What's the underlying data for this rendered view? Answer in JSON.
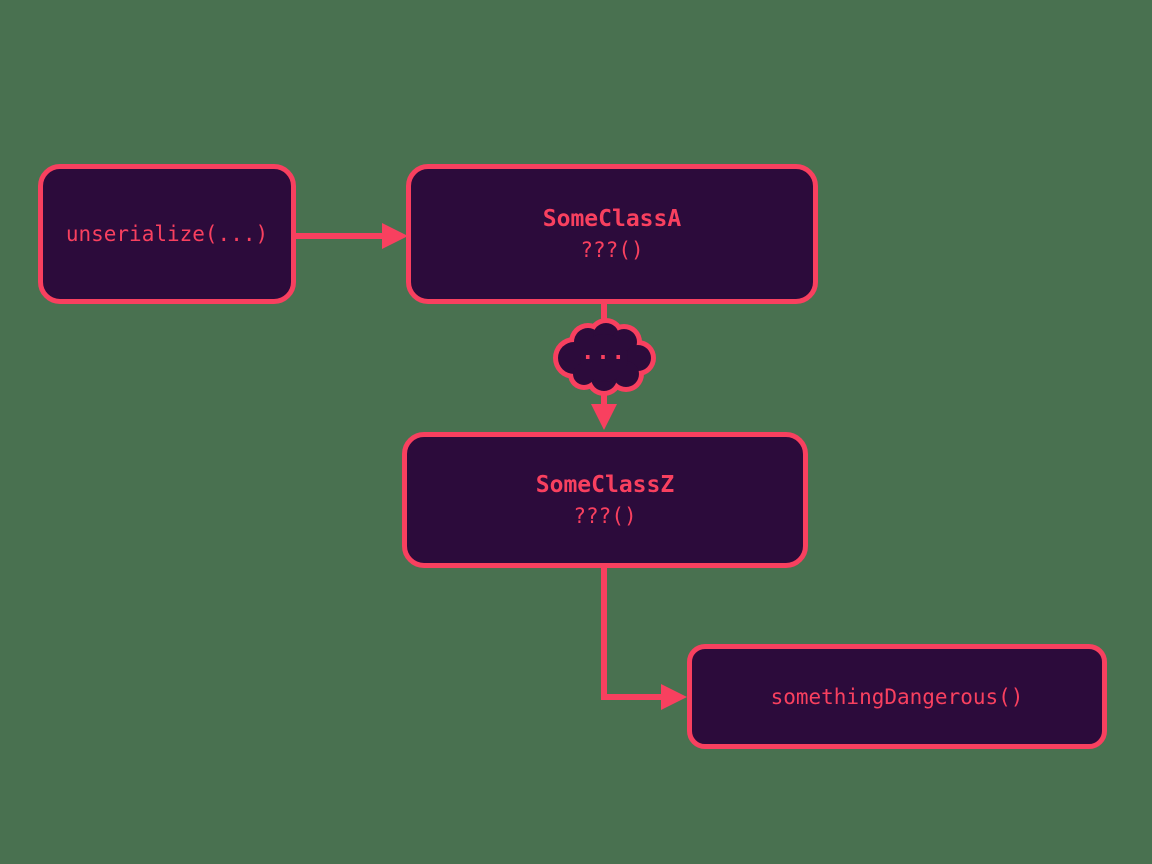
{
  "colors": {
    "background": "#497150",
    "node_fill": "#2C0B3B",
    "accent": "#F8405F"
  },
  "diagram": {
    "nodes": {
      "unserialize": {
        "label": "unserialize(...)"
      },
      "some_class_a": {
        "title": "SomeClassA",
        "method": "???()"
      },
      "cloud": {
        "label": "..."
      },
      "some_class_z": {
        "title": "SomeClassZ",
        "method": "???()"
      },
      "something_dangerous": {
        "label": "somethingDangerous()"
      }
    },
    "edges": [
      {
        "from": "unserialize",
        "to": "some_class_a"
      },
      {
        "from": "some_class_a",
        "to": "some_class_z",
        "via": "cloud"
      },
      {
        "from": "some_class_z",
        "to": "something_dangerous"
      }
    ]
  }
}
